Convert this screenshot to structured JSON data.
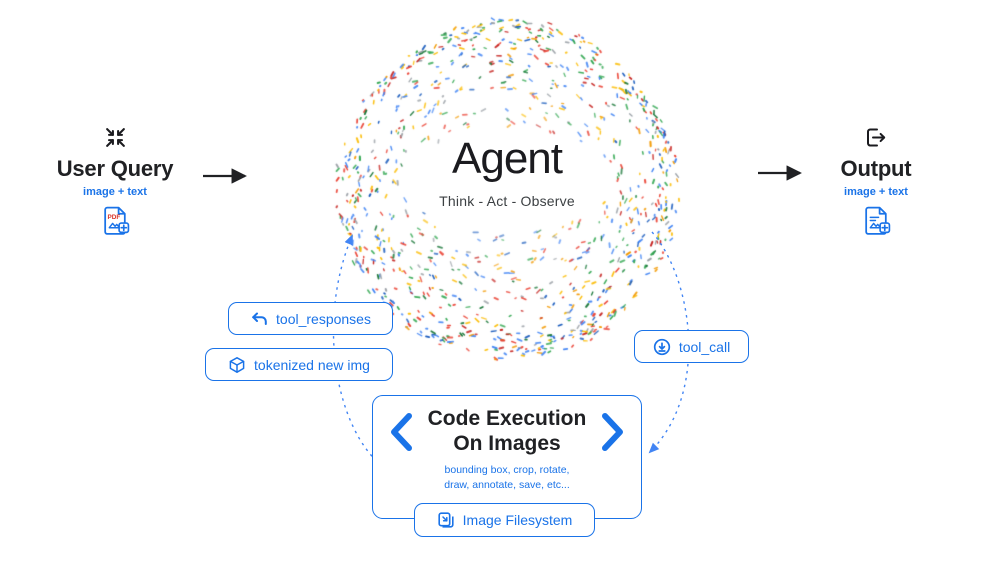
{
  "left_group": {
    "title": "User Query",
    "subtitle": "image + text",
    "doc_label": "PDF"
  },
  "agent": {
    "title": "Agent",
    "subtitle": "Think - Act - Observe"
  },
  "right_group": {
    "title": "Output",
    "subtitle": "image + text"
  },
  "pills": {
    "tool_responses": "tool_responses",
    "tokenized_new_img": "tokenized new img",
    "tool_call": "tool_call",
    "image_filesystem": "Image Filesystem"
  },
  "code_box": {
    "title_line1": "Code Execution",
    "title_line2": "On Images",
    "caption_line1": "bounding box, crop, rotate,",
    "caption_line2": "draw, annotate, save, etc..."
  },
  "icons": {
    "user_query_top": "collapse-arrows-icon",
    "user_query_doc": "pdf-document-plus-icon",
    "output_top": "export-icon",
    "output_doc": "document-plus-icon",
    "tool_responses": "reply-arrow-icon",
    "tokenized_new_img": "cube-icon",
    "tool_call": "arrow-down-circle-icon",
    "image_filesystem": "file-copy-icon",
    "code_box_left": "chevron-left-icon",
    "code_box_right": "chevron-right-icon"
  },
  "colors": {
    "accent_blue": "#1a73e8",
    "dash_blue": "#4285f4",
    "text_dark": "#202124",
    "text_gray": "#3c4043",
    "pdf_red": "#d93025",
    "dot_colors": [
      "#4285F4",
      "#4285F4",
      "#4285F4",
      "#185ABC",
      "#EA4335",
      "#EA4335",
      "#C5221F",
      "#FBBC04",
      "#FBBC04",
      "#F29900",
      "#34A853",
      "#34A853",
      "#137333",
      "#9AA0A6"
    ]
  }
}
